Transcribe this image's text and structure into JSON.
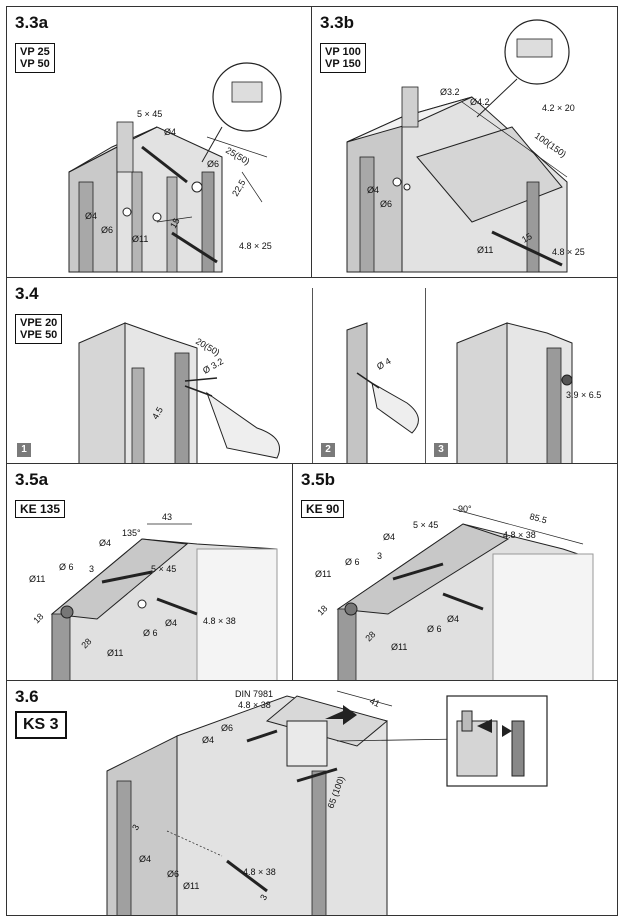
{
  "sections": {
    "s33a": {
      "title": "3.3a",
      "tag": [
        "VP 25",
        "VP 50"
      ],
      "labels": {
        "screw_top": "5 × 45",
        "d4_top": "Ø4",
        "dim_a": "25(50)",
        "d6_top": "Ø6",
        "dim_b": "22,5",
        "d4_left": "Ø4",
        "d6_left": "Ø6",
        "d11": "Ø11",
        "dim_c": "15",
        "screw_bottom": "4.8 × 25"
      }
    },
    "s33b": {
      "title": "3.3b",
      "tag": [
        "VP 100",
        "VP 150"
      ],
      "labels": {
        "d32": "Ø3.2",
        "d42": "Ø4.2",
        "screw_top": "4.2 × 20",
        "dim_a": "100(150)",
        "d4_left": "Ø4",
        "d6_left": "Ø6",
        "d11": "Ø11",
        "dim_c": "15",
        "screw_bottom": "4.8 × 25"
      }
    },
    "s34": {
      "title": "3.4",
      "tag": [
        "VPE 20",
        "VPE 50"
      ],
      "labels": {
        "dim_a": "20(50)",
        "d32": "Ø 3.2",
        "dim_b": "4.5",
        "d4": "Ø 4",
        "screw": "3.9 × 6.5"
      },
      "steps": [
        "1",
        "2",
        "3"
      ]
    },
    "s35a": {
      "title": "3.5a",
      "tag": [
        "KE 135"
      ],
      "labels": {
        "dim_43": "43",
        "angle": "135°",
        "d4": "Ø4",
        "d6_top": "Ø 6",
        "screw_top": "5 × 45",
        "d11_left": "Ø11",
        "dim_18": "18",
        "dim_28": "28",
        "d4_b": "Ø4",
        "d6_b": "Ø 6",
        "d11_b": "Ø11",
        "screw_bottom": "4.8 × 38",
        "dim_3": "3"
      }
    },
    "s35b": {
      "title": "3.5b",
      "tag": [
        "KE 90"
      ],
      "labels": {
        "angle": "90°",
        "dim_855": "85.5",
        "screw_top": "5 × 45",
        "screw_right": "4.8 × 38",
        "d4": "Ø4",
        "d6_top": "Ø 6",
        "d11_left": "Ø11",
        "dim_18": "18",
        "dim_28": "28",
        "d4_b": "Ø4",
        "d6_b": "Ø 6",
        "d11_b": "Ø11",
        "dim_3": "3"
      }
    },
    "s36": {
      "title": "3.6",
      "tag": [
        "KS 3"
      ],
      "labels": {
        "din": "DIN 7981",
        "din_screw": "4.8 × 38",
        "d4_top": "Ø4",
        "d6_top": "Ø6",
        "dim_41": "41",
        "dim_65": "65 (100)",
        "dim_3": "3",
        "d4_b": "Ø4",
        "d6_b": "Ø6",
        "d11": "Ø11",
        "screw_bottom": "4.8 × 38",
        "dim_3b": "3"
      }
    }
  },
  "colors": {
    "profile_light": "#e6e6e6",
    "profile_mid": "#bdbdbd",
    "profile_dark": "#8a8a8a",
    "line": "#222222"
  }
}
